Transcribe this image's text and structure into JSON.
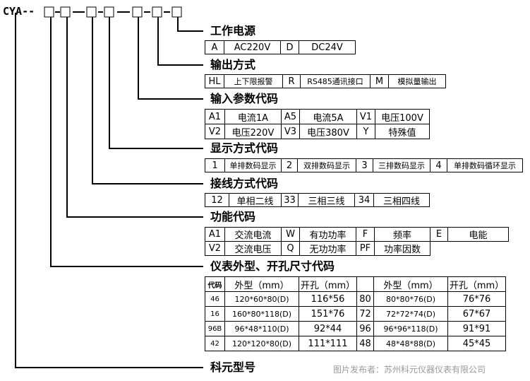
{
  "code": {
    "prefix": "CYA--",
    "joiner": "-"
  },
  "sections": {
    "power": {
      "title": "工作电源",
      "cells": [
        "A",
        "AC220V",
        "D",
        "DC24V"
      ]
    },
    "output": {
      "title": "输出方式",
      "cells": [
        "HL",
        "上下限报警",
        "R",
        "RS485通讯接口",
        "M",
        "模拟量输出"
      ]
    },
    "input": {
      "title": "输入参数代码",
      "row1": [
        "A1",
        "电流1A",
        "A5",
        "电流5A",
        "V1",
        "电压100V"
      ],
      "row2": [
        "V2",
        "电压220V",
        "V3",
        "电压380V",
        "Y",
        "特殊值"
      ]
    },
    "display": {
      "title": "显示方式代码",
      "cells": [
        "1",
        "单排数码显示",
        "2",
        "双排数码显示",
        "3",
        "三排数码显示",
        "4",
        "单排数码循环显示"
      ]
    },
    "wiring": {
      "title": "接线方式代码",
      "cells": [
        "12",
        "单相二线",
        "33",
        "三相三线",
        "34",
        "三相四线"
      ]
    },
    "function": {
      "title": "功能代码",
      "row1": [
        "A1",
        "交流电流",
        "W",
        "有功功率",
        "F",
        "频率",
        "E",
        "电能"
      ],
      "row2": [
        "V2",
        "交流电压",
        "Q",
        "无功功率",
        "PF",
        "功率因数"
      ]
    },
    "size": {
      "title": "仪表外型、开孔尺寸代码",
      "header": [
        "代码",
        "外型（mm）",
        "开孔（mm）",
        "",
        "外型（mm）",
        "开孔（mm）"
      ],
      "rows": [
        [
          "46",
          "120*60*80(D)",
          "116*56",
          "80",
          "80*80*76(D)",
          "76*76"
        ],
        [
          "16",
          "160*80*118(D)",
          "151*76",
          "72",
          "72*72*74(D)",
          "67*67"
        ],
        [
          "96B",
          "96*48*110(D)",
          "92*44",
          "96",
          "96*96*118(D)",
          "91*91"
        ],
        [
          "42",
          "120*120*80(D)",
          "111*111",
          "48",
          "48*48*88(D)",
          "45*45"
        ]
      ]
    },
    "model": {
      "title": "科元型号"
    }
  },
  "watermark": "图片发布者：苏州科元仪器仪表有限公司"
}
